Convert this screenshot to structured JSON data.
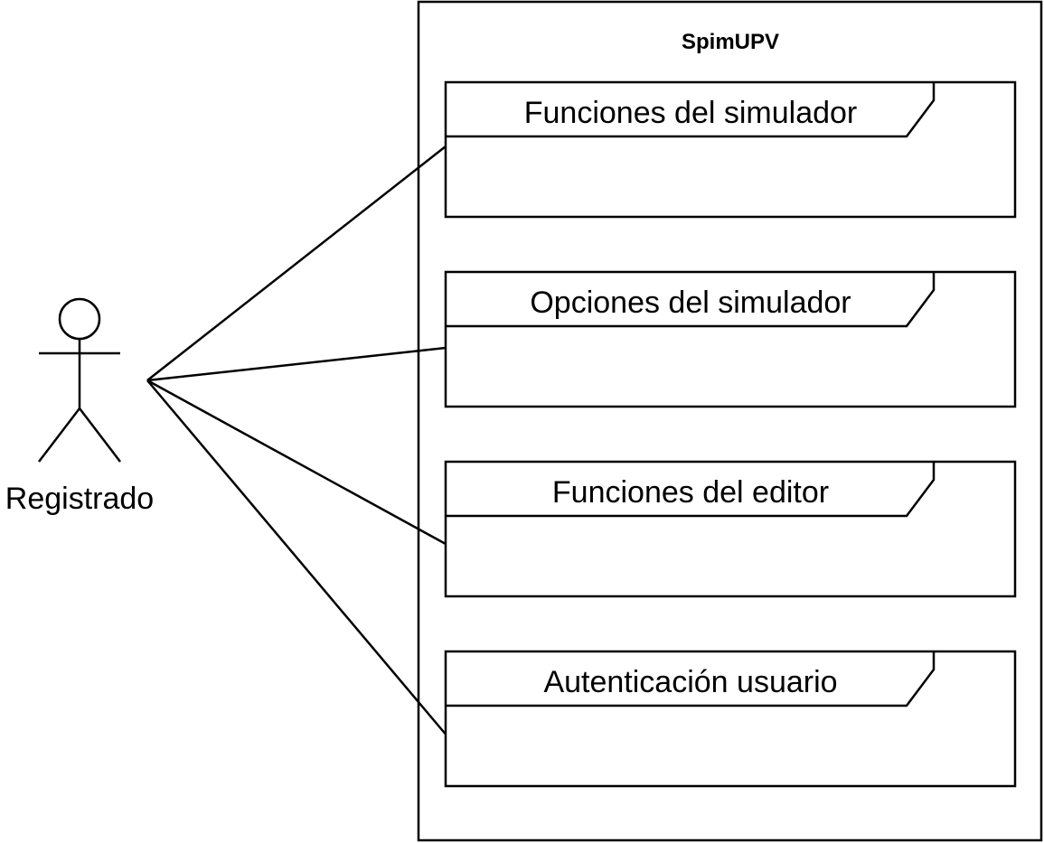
{
  "system": {
    "title": "SpimUPV"
  },
  "actor": {
    "name": "Registrado"
  },
  "frames": [
    {
      "label": "Funciones del simulador"
    },
    {
      "label": "Opciones del simulador"
    },
    {
      "label": "Funciones del editor"
    },
    {
      "label": "Autenticación usuario"
    }
  ]
}
